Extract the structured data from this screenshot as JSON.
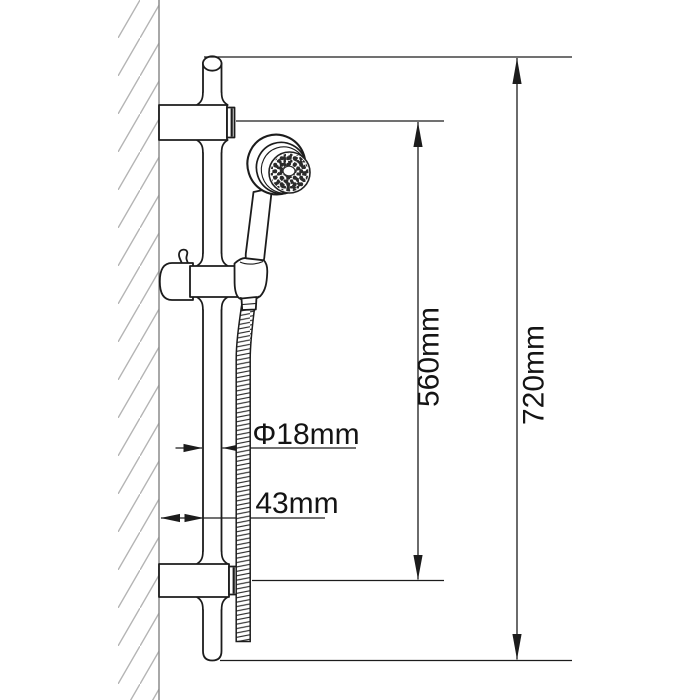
{
  "drawing": {
    "title": "shower slide rail set dimension drawing",
    "dimensions": {
      "rail_diameter": "Φ18mm",
      "wall_offset": "43mm",
      "bracket_span": "560mm",
      "total_height": "720mm"
    },
    "colors": {
      "line": "#1c1c1c",
      "wall_edge": "#8c8c8c",
      "wall_hatch": "#b4b4b4",
      "nozzles": "#2b2b2b",
      "background": "#ffffff"
    }
  }
}
